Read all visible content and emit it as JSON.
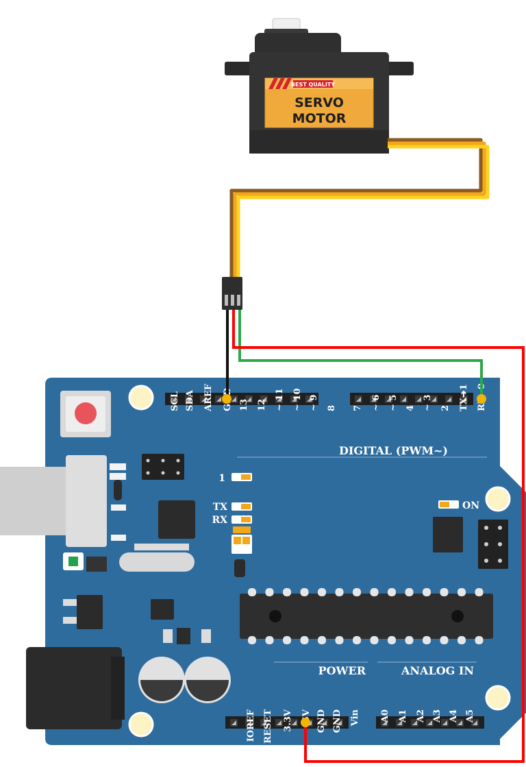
{
  "servo": {
    "badge": "BEST QUALITY",
    "line1": "SERVO",
    "line2": "MOTOR"
  },
  "board": {
    "digital_header_left": [
      "SCL",
      "SDA",
      "AREF",
      "GND",
      "13",
      "12",
      "~ 11",
      "~ 10",
      "~ 9",
      "8"
    ],
    "digital_header_right": [
      "7",
      "~ 6",
      "~ 5",
      "4",
      "~ 3",
      "2",
      "TX➔1",
      "RX⬅0"
    ],
    "digital_title": "DIGITAL (PWM~)",
    "led_1": "1",
    "led_tx": "TX",
    "led_rx": "RX",
    "led_on": "ON",
    "power_title": "POWER",
    "analog_title": "ANALOG IN",
    "power_pins": [
      "IOREF",
      "RESET",
      "3.3V",
      "5V",
      "GND",
      "GND",
      "Vin"
    ],
    "analog_pins": [
      "A0",
      "A1",
      "A2",
      "A3",
      "A4",
      "A5"
    ]
  },
  "colors": {
    "board_blue": "#2f6c9e",
    "wire_red": "#ff0000",
    "wire_green": "#2ca84a",
    "wire_black": "#111111",
    "servo_wire_orange": "#f2a81d",
    "servo_wire_brown": "#8a5a22",
    "pin_dot": "#f4b400"
  },
  "icons": [
    "reset-button",
    "usb-jack",
    "dc-power-jack",
    "capacitor",
    "microcontroller-chip"
  ]
}
